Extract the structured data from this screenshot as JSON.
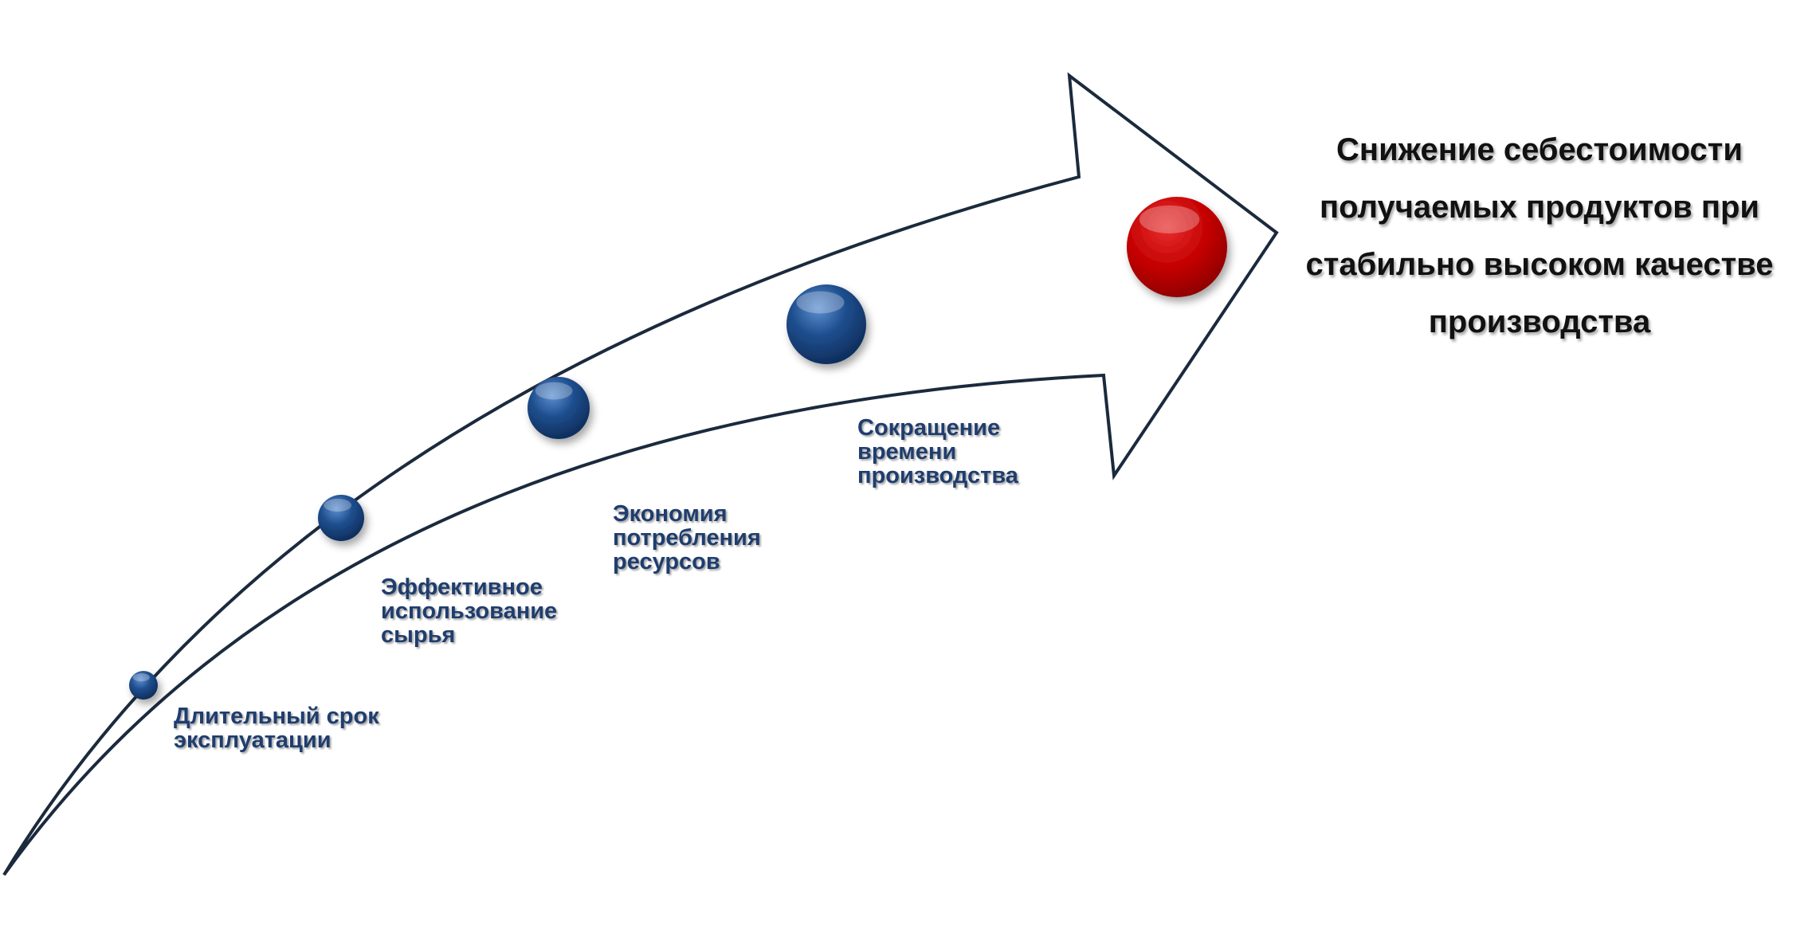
{
  "colors": {
    "arrow_outline": "#1b2a3d",
    "step_marker": "#1f4f8f",
    "goal_marker": "#c40000",
    "step_text": "#1f3d6e",
    "goal_text": "#111111"
  },
  "steps": [
    {
      "lines": [
        "Длительный срок",
        "эксплуатации"
      ]
    },
    {
      "lines": [
        "Эффективное",
        "использование",
        "сырья"
      ]
    },
    {
      "lines": [
        "Экономия",
        "потребления",
        "ресурсов"
      ]
    },
    {
      "lines": [
        "Сокращение",
        "времени",
        "производства"
      ]
    }
  ],
  "goal": {
    "lines": [
      "Снижение себестоимости",
      "получаемых продуктов при",
      "стабильно высоком качестве",
      "производства"
    ]
  }
}
